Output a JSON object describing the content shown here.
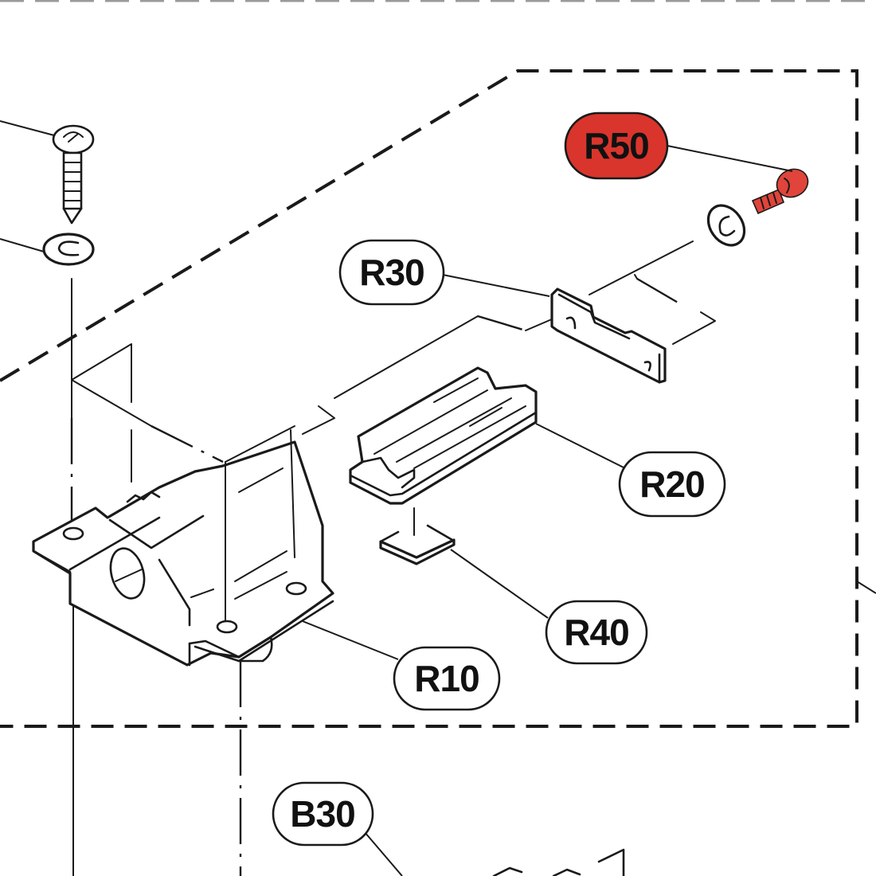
{
  "diagram": {
    "type": "exploded-parts-view",
    "highlight_color": "#d9352c",
    "line_color": "#1a1a1a",
    "background": "#ffffff"
  },
  "callouts": [
    {
      "id": "R50",
      "label": "R50",
      "part": "flange bolt",
      "highlighted": true
    },
    {
      "id": "R30",
      "label": "R30",
      "part": "bracket plate",
      "highlighted": false
    },
    {
      "id": "R20",
      "label": "R20",
      "part": "rail guide block",
      "highlighted": false
    },
    {
      "id": "R40",
      "label": "R40",
      "part": "pad",
      "highlighted": false
    },
    {
      "id": "R10",
      "label": "R10",
      "part": "mount housing",
      "highlighted": false
    },
    {
      "id": "B30",
      "label": "B30",
      "part": "lower assembly",
      "highlighted": false
    }
  ],
  "parts": [
    {
      "name": "screw",
      "note": "self-tapping screw, upper left"
    },
    {
      "name": "washer-left",
      "note": "washer below screw"
    },
    {
      "name": "washer-right",
      "note": "washer beside R50 bolt"
    },
    {
      "name": "bolt-r50",
      "note": "highlighted red bolt"
    },
    {
      "name": "bracket-r30"
    },
    {
      "name": "guide-r20"
    },
    {
      "name": "pad-r40"
    },
    {
      "name": "housing-r10"
    }
  ],
  "groups": [
    {
      "name": "R-group-boundary",
      "style": "dashed outline"
    }
  ]
}
